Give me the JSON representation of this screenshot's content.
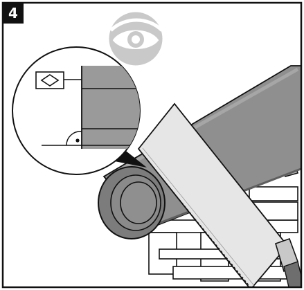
{
  "step": {
    "number": "4"
  },
  "colors": {
    "frame": "#111111",
    "badge": "#111111",
    "roll_body": "#8f8f8f",
    "roll_dark": "#6e6e6e",
    "roll_end": "#7c7c7c",
    "saw_blade": "#e6e6e6",
    "strap": "#b5b5b5",
    "pallet": "#ffffff",
    "eye_disc": "#c9c9c9",
    "callout_band": "#9a9a9a"
  },
  "icons": {
    "eye": "eye-icon",
    "inspection_symbol": "diamond-flatness-symbol",
    "right_angle": "perpendicularity-mark"
  }
}
